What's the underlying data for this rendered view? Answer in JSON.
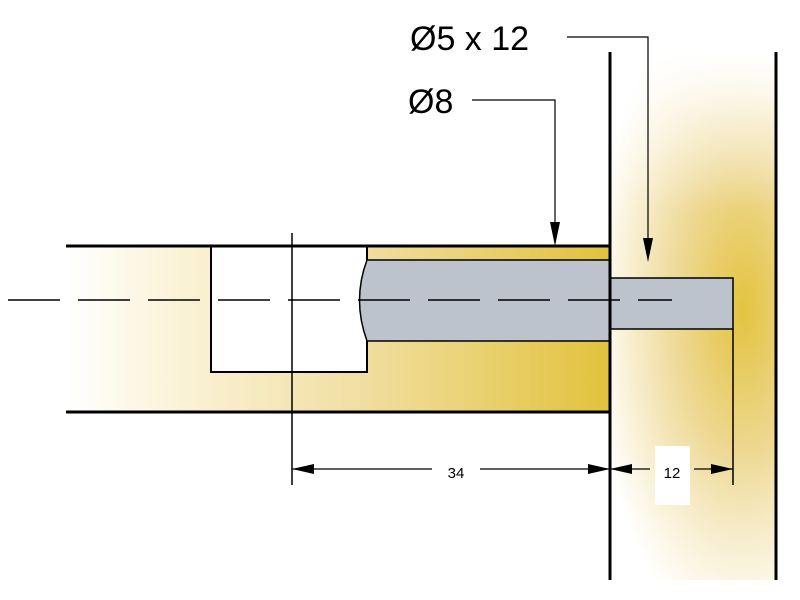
{
  "labels": {
    "outer_diameter": "Ø8",
    "inner_spec": "Ø5 x 12"
  },
  "dimensions": {
    "insertion_depth": "34",
    "pin_length": "12"
  },
  "colors": {
    "wood": "#e3c33f",
    "pin": "#bcc3cc",
    "line": "#000000"
  }
}
